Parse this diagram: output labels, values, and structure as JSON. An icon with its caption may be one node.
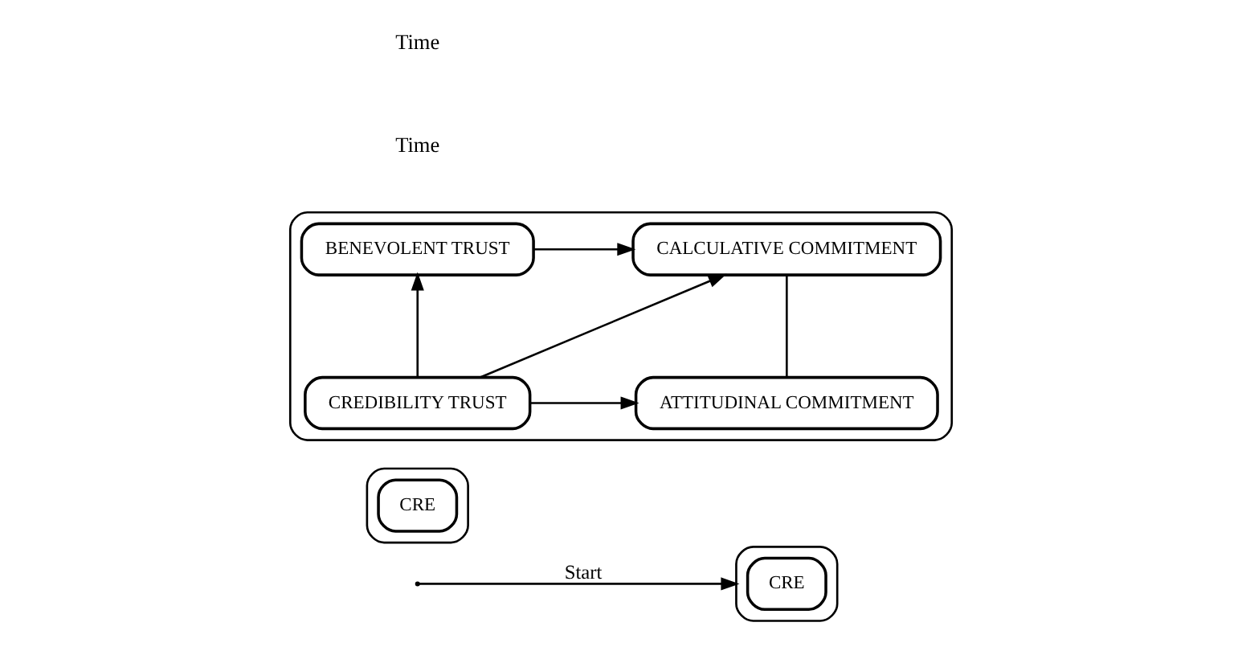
{
  "diagram": {
    "nodes": [
      {
        "text": [],
        "shape": "ellipse"
      },
      {
        "text": [
          "CRE"
        ],
        "in": 0
      },
      {
        "text": [],
        "shape": "ellipse"
      },
      {
        "text": [
          "CRE"
        ],
        "in": 2
      },
      {
        "text": [],
        "shape": "ellipse"
      },
      {
        "text": [
          "CREDIBILITY TRUST"
        ],
        "in": 4
      },
      {
        "text": [
          "ATTITUDINAL COMMITMENT"
        ],
        "in": 4
      },
      {
        "text": [
          "BENEVOLENT TRUST"
        ],
        "in": 4
      },
      {
        "text": [
          "CALCULATIVE COMMITMENT"
        ],
        "in": 4
      }
    ],
    "edges": [
      {
        "from": null,
        "to": 0,
        "arrow": "to",
        "label": "Start"
      },
      {
        "from": 5,
        "to": 6,
        "arrow": "to"
      },
      {
        "from": 5,
        "to": 7,
        "arrow": "to"
      },
      {
        "from": 5,
        "to": 8,
        "arrow": "to"
      },
      {
        "from": 7,
        "to": 8,
        "arrow": "to"
      },
      {
        "from": 6,
        "to": 8,
        "arrow": "none"
      }
    ],
    "labels": [
      "Time",
      "Time"
    ]
  }
}
